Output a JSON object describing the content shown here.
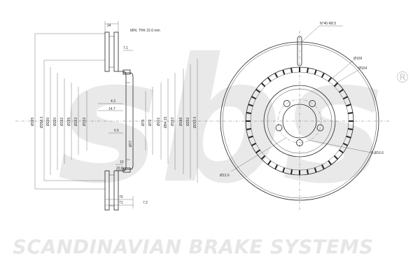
{
  "watermark": {
    "logo": "sbs",
    "registered": "®",
    "tagline": "SCANDINAVIAN BRAKE SYSTEMS"
  },
  "colors": {
    "watermark": "#e9e9e9",
    "line": "#222222",
    "dim": "#555555"
  },
  "side_view": {
    "top_labels": {
      "thickness": "24",
      "min_thickness": "MIN. THK 22.6 mm",
      "small_top": "7.1"
    },
    "left_diameters": [
      "Ø385",
      "Ø358.3",
      "Ø230",
      "Ø220",
      "Ø192",
      "Ø185",
      "Ø163",
      "Ø153"
    ],
    "right_diameters": [
      "Ø75",
      "Ø72",
      "Ø101",
      "Ø84.15",
      "Ø163",
      "Ø188",
      "Ø202",
      "Ø253.5"
    ],
    "inner_labels": [
      "4.3",
      "14.7",
      "6.5",
      "Ø77",
      "10",
      "20.8"
    ],
    "bottom_labels": {
      "d1": "70",
      "d2": "71",
      "d3": "7.2"
    }
  },
  "front_view": {
    "labels": {
      "notch": "N°40 R8.5",
      "d1": "Ø109",
      "d2": "Ø104",
      "holes": "5-Ø16.6",
      "center": "Ø12.6"
    }
  }
}
